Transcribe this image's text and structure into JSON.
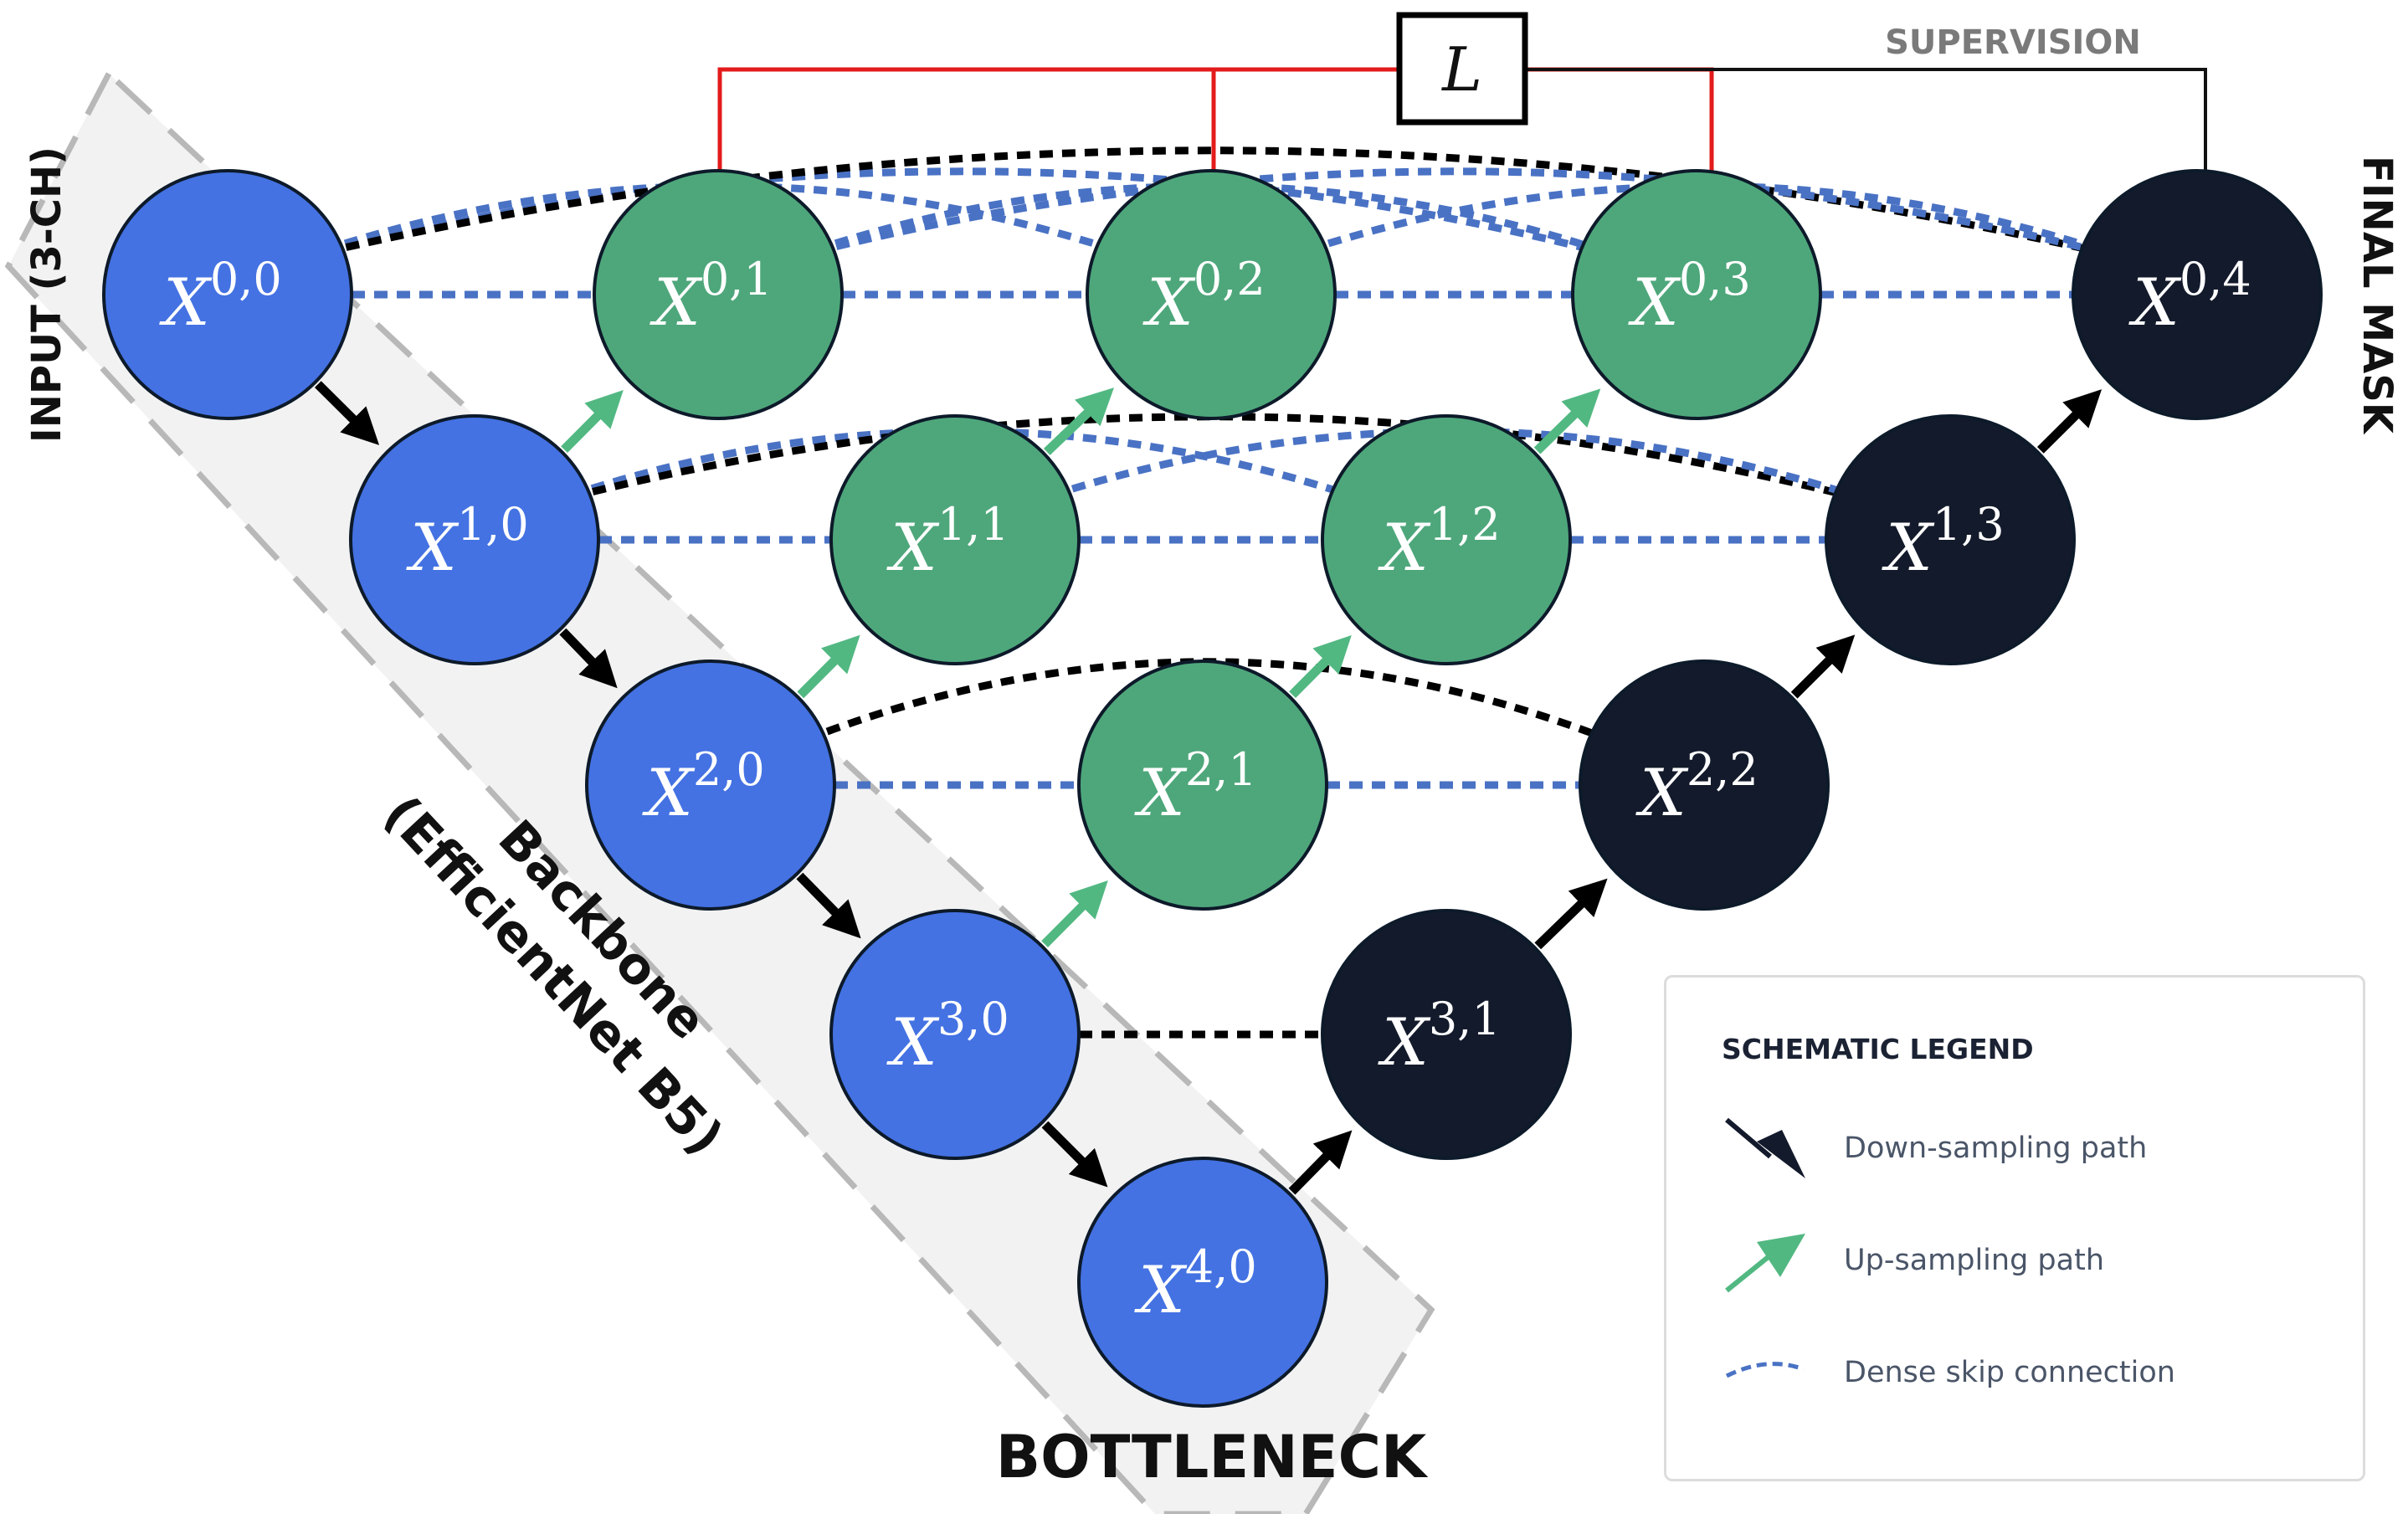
{
  "labels": {
    "supervision": "SUPERVISION",
    "loss": "L",
    "input": "INPUT (3-CH)",
    "final_mask": "FINAL MASK",
    "bottleneck": "BOTTLENECK",
    "backbone_line1": "Backbone",
    "backbone_line2": "(EfficientNet B5)"
  },
  "colors": {
    "encoder": "#4472e3",
    "intermediate": "#4ea77b",
    "decoder": "#131a2b",
    "skip": "#4a72c4",
    "upsample_arrow": "#52b882",
    "supervision_line": "#e31b1b"
  },
  "nodes": [
    {
      "id": "x00",
      "base": "X",
      "sup": "0,0",
      "kind": "encoder"
    },
    {
      "id": "x10",
      "base": "X",
      "sup": "1,0",
      "kind": "encoder"
    },
    {
      "id": "x20",
      "base": "X",
      "sup": "2,0",
      "kind": "encoder"
    },
    {
      "id": "x30",
      "base": "X",
      "sup": "3,0",
      "kind": "encoder"
    },
    {
      "id": "x40",
      "base": "X",
      "sup": "4,0",
      "kind": "encoder"
    },
    {
      "id": "x01",
      "base": "X",
      "sup": "0,1",
      "kind": "intermediate"
    },
    {
      "id": "x02",
      "base": "X",
      "sup": "0,2",
      "kind": "intermediate"
    },
    {
      "id": "x03",
      "base": "X",
      "sup": "0,3",
      "kind": "intermediate"
    },
    {
      "id": "x11",
      "base": "X",
      "sup": "1,1",
      "kind": "intermediate"
    },
    {
      "id": "x12",
      "base": "X",
      "sup": "1,2",
      "kind": "intermediate"
    },
    {
      "id": "x21",
      "base": "X",
      "sup": "2,1",
      "kind": "intermediate"
    },
    {
      "id": "x04",
      "base": "X",
      "sup": "0,4",
      "kind": "decoder"
    },
    {
      "id": "x13",
      "base": "X",
      "sup": "1,3",
      "kind": "decoder"
    },
    {
      "id": "x22",
      "base": "X",
      "sup": "2,2",
      "kind": "decoder"
    },
    {
      "id": "x31",
      "base": "X",
      "sup": "3,1",
      "kind": "decoder"
    }
  ],
  "legend": {
    "title": "SCHEMATIC LEGEND",
    "items": [
      {
        "icon": "down-arrow-icon",
        "label": "Down-sampling path"
      },
      {
        "icon": "up-arrow-icon",
        "label": "Up-sampling path"
      },
      {
        "icon": "dashed-curve-icon",
        "label": "Dense skip connection"
      }
    ]
  }
}
